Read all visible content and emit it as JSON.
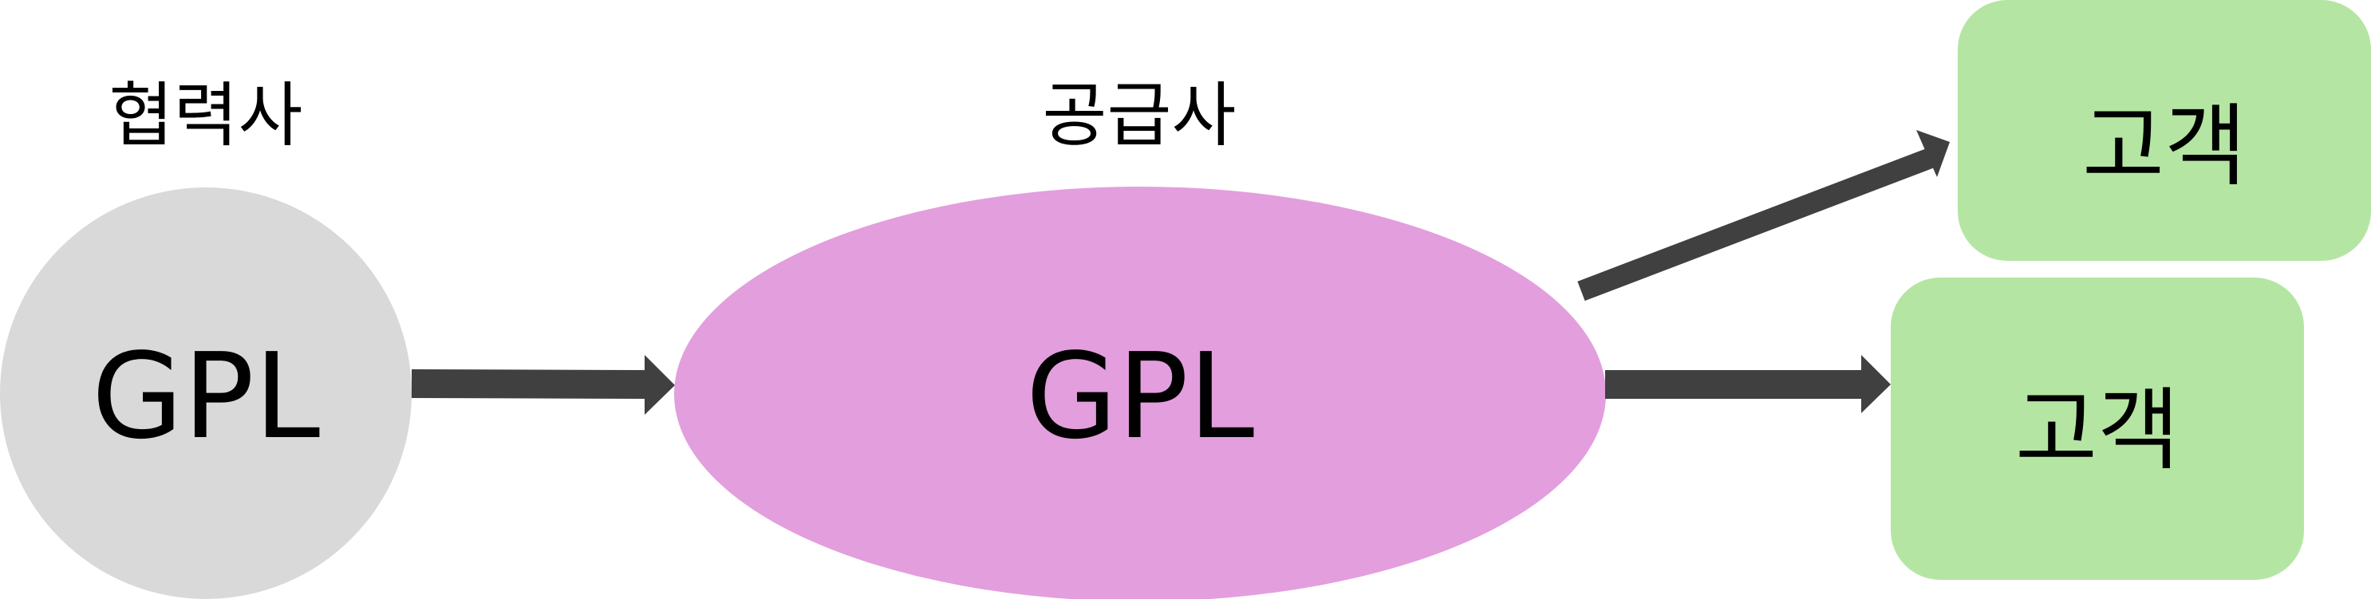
{
  "labels": {
    "partner": "협력사",
    "supplier": "공급사"
  },
  "nodes": {
    "partner_node": {
      "text": "GPL"
    },
    "supplier_node": {
      "text": "GPL"
    },
    "customer_top": {
      "text": "고객"
    },
    "customer_bottom": {
      "text": "고객"
    }
  },
  "colors": {
    "partner_fill": "#d9d9d9",
    "supplier_fill": "#e39edd",
    "customer_fill": "#b5e5a3",
    "arrow": "#404040"
  }
}
